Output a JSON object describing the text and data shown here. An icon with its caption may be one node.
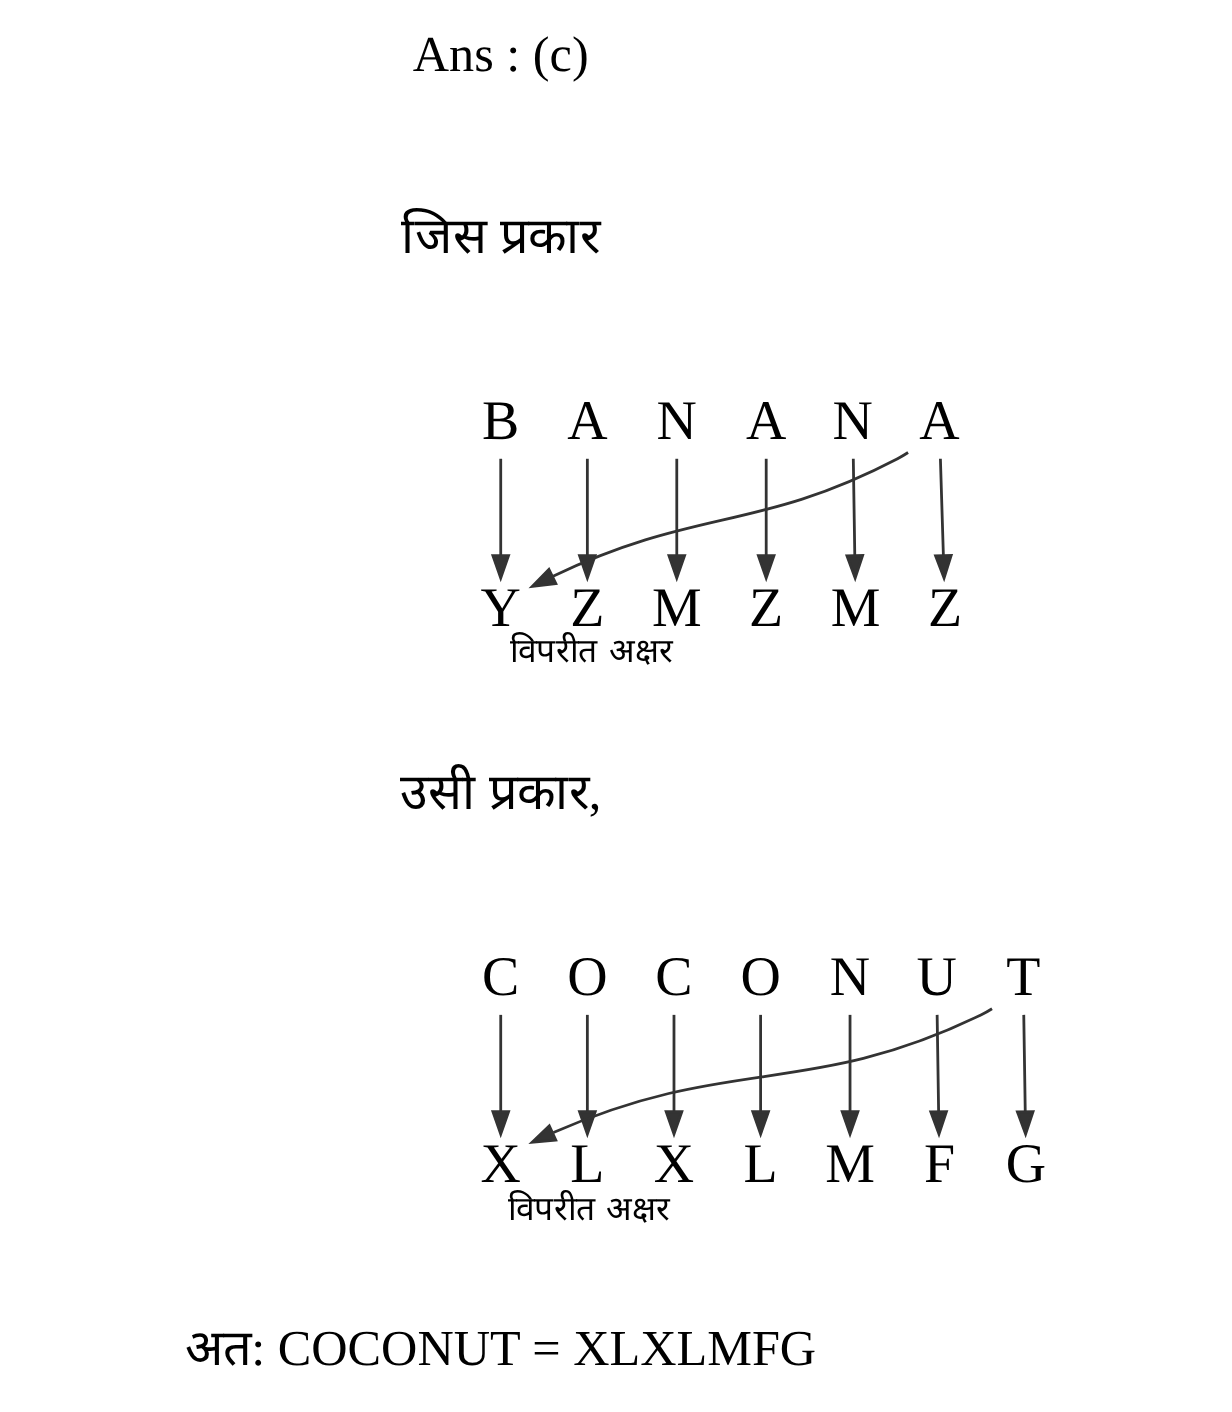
{
  "diagram": {
    "nodes": [
      {
        "text": [
          "B"
        ]
      },
      {
        "text": [
          "A"
        ]
      },
      {
        "text": [
          "N"
        ]
      },
      {
        "text": [
          "A"
        ]
      },
      {
        "text": [
          "N"
        ]
      },
      {
        "text": [
          "A"
        ]
      },
      {
        "text": [
          "Y"
        ]
      },
      {
        "text": [
          "Z"
        ]
      },
      {
        "text": [
          "M"
        ]
      },
      {
        "text": [
          "Z"
        ]
      },
      {
        "text": [
          "M"
        ]
      },
      {
        "text": [
          "Z"
        ]
      },
      {
        "text": [
          "C"
        ]
      },
      {
        "text": [
          "O"
        ]
      },
      {
        "text": [
          "C"
        ]
      },
      {
        "text": [
          "O"
        ]
      },
      {
        "text": [
          "N"
        ]
      },
      {
        "text": [
          "U"
        ]
      },
      {
        "text": [
          "T"
        ]
      },
      {
        "text": [
          "X"
        ]
      },
      {
        "text": [
          "L"
        ]
      },
      {
        "text": [
          "X"
        ]
      },
      {
        "text": [
          "L"
        ]
      },
      {
        "text": [
          "M"
        ]
      },
      {
        "text": [
          "F"
        ]
      },
      {
        "text": [
          "G"
        ]
      }
    ],
    "edges": [
      {
        "from": 5,
        "to": 6,
        "arrow": "to",
        "label": "विपरीत अक्षर"
      },
      {
        "from": 0,
        "to": 6,
        "arrow": "to"
      },
      {
        "from": 1,
        "to": 7,
        "arrow": "to"
      },
      {
        "from": 2,
        "to": 8,
        "arrow": "to"
      },
      {
        "from": 3,
        "to": 9,
        "arrow": "to"
      },
      {
        "from": 4,
        "to": 10,
        "arrow": "to"
      },
      {
        "from": 5,
        "to": 11,
        "arrow": "to"
      },
      {
        "from": 18,
        "to": 19,
        "arrow": "to",
        "label": "विपरीत अक्षर"
      },
      {
        "from": 12,
        "to": 19,
        "arrow": "to"
      },
      {
        "from": 13,
        "to": 20,
        "arrow": "to"
      },
      {
        "from": 14,
        "to": 21,
        "arrow": "to"
      },
      {
        "from": 15,
        "to": 22,
        "arrow": "to"
      },
      {
        "from": 16,
        "to": 23,
        "arrow": "to"
      },
      {
        "from": 17,
        "to": 24,
        "arrow": "to"
      },
      {
        "from": 18,
        "to": 25,
        "arrow": "to"
      }
    ],
    "labels": [
      "Ans : (c)",
      "जिस प्रकार",
      "उसी प्रकार,",
      "अत: COCONUT = XLXLMFG"
    ]
  }
}
